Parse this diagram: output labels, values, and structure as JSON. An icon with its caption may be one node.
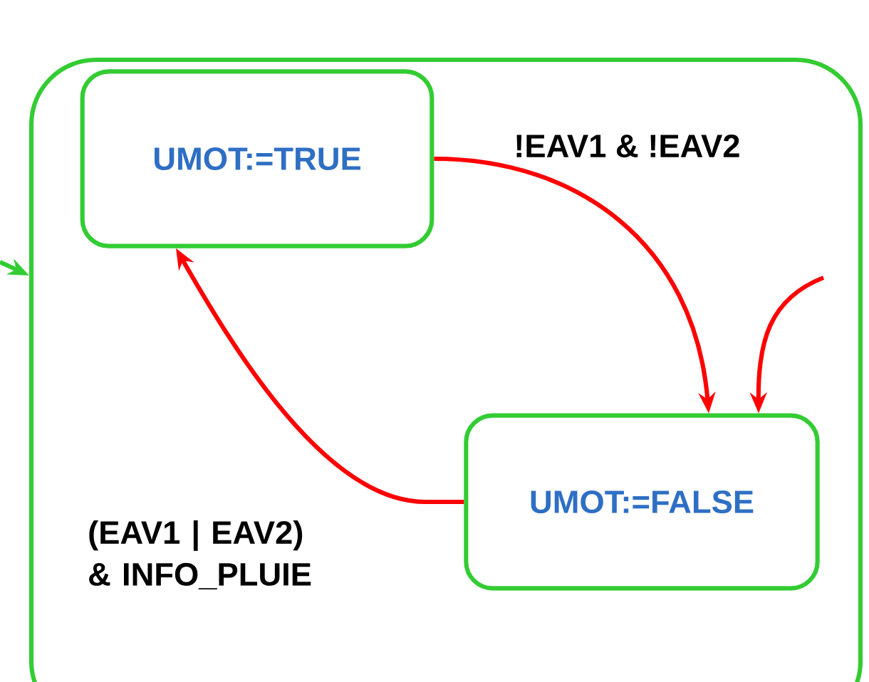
{
  "diagram": {
    "nodes": [
      {
        "text": [],
        "shape": "box"
      },
      {
        "text": [
          "UMOT:=TRUE"
        ],
        "in": 0
      },
      {
        "text": [
          "UMOT:=FALSE"
        ],
        "in": 0
      }
    ],
    "edges": [
      {
        "from": 1,
        "to": 2,
        "arrow": "to",
        "label": "!EAV1 & !EAV2"
      },
      {
        "from": 2,
        "to": 1,
        "arrow": "to",
        "label": "(EAV1 | EAV2) & INFO_PLUIE"
      },
      {
        "from": null,
        "to": 2,
        "arrow": "to"
      },
      {
        "from": null,
        "to": 0,
        "arrow": "to",
        "color": "#33cc33"
      }
    ]
  }
}
